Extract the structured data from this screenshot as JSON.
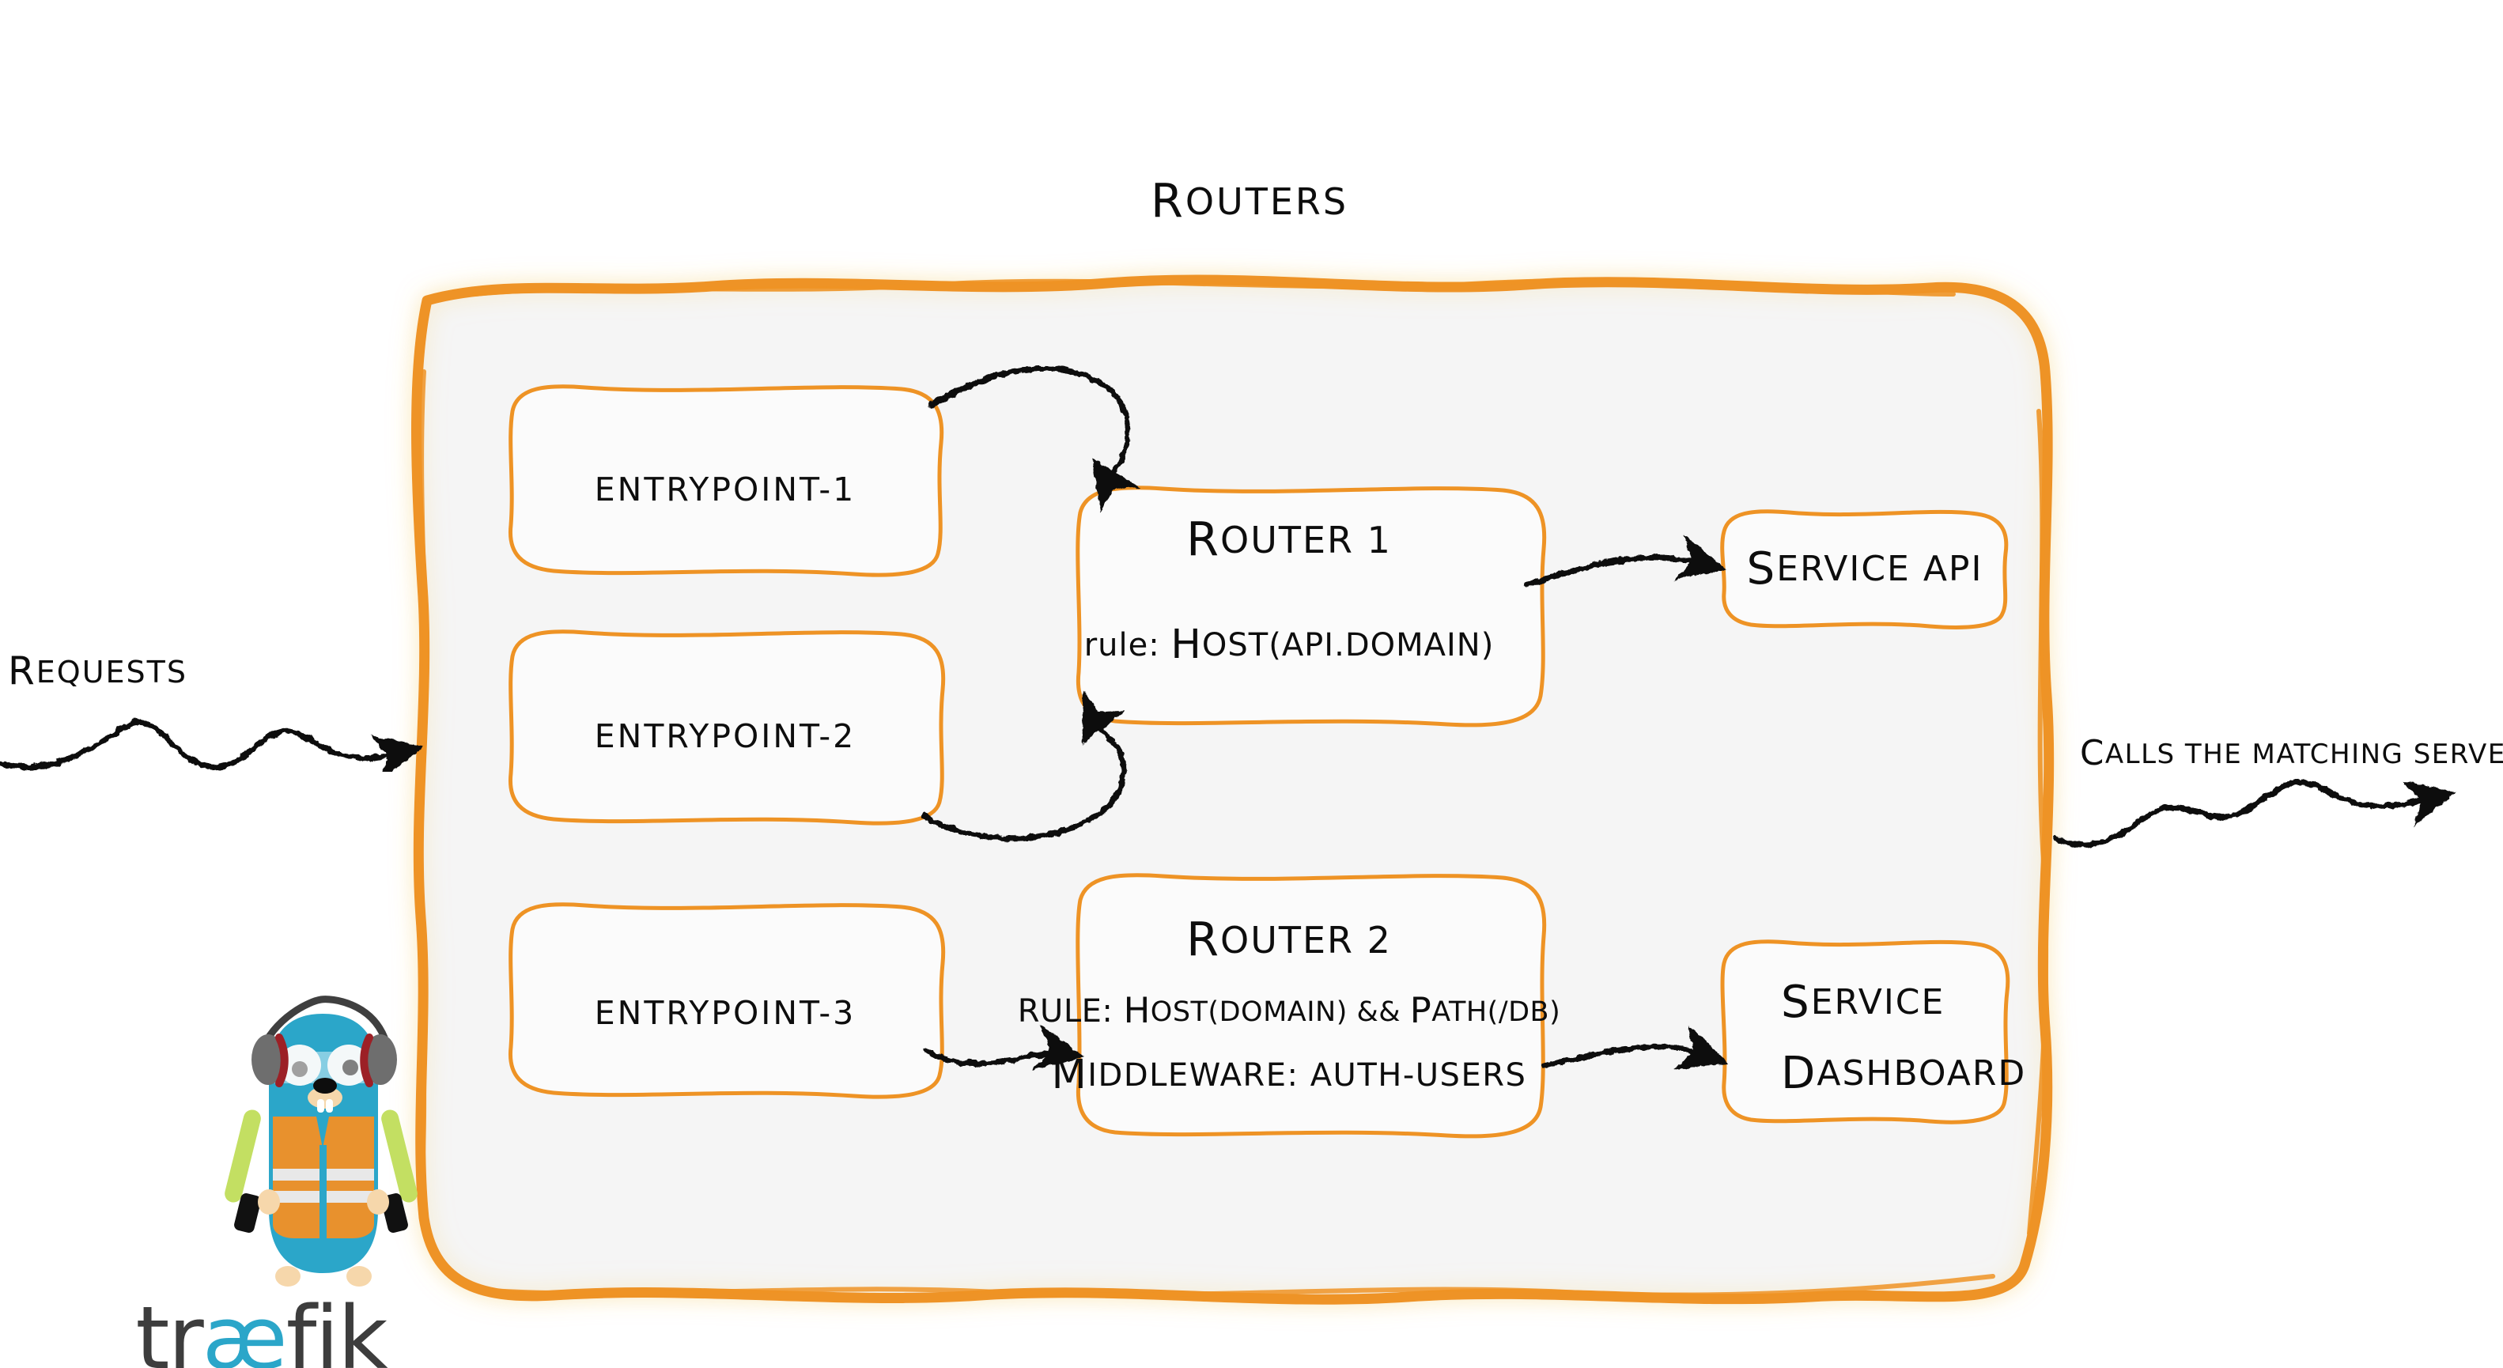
{
  "diagram": {
    "title": "Routers",
    "type": "traefik-routing-architecture",
    "background_color": "#ffffff",
    "panel_fill": "#f5f5f5",
    "accent_color": "#ee9325",
    "ink_color": "#0d0d0d"
  },
  "external_labels": {
    "left": "Requests",
    "right": "Calls the matching server"
  },
  "entrypoints": [
    {
      "label": "entrypoint-1"
    },
    {
      "label": "entrypoint-2"
    },
    {
      "label": "entrypoint-3"
    }
  ],
  "routers": [
    {
      "name": "Router 1",
      "lines": [
        "rule: Host(api.domain)"
      ]
    },
    {
      "name": "Router 2",
      "lines": [
        "rule: Host(domain) && Path(/db)",
        "Middleware: auth-users"
      ]
    }
  ],
  "services": [
    {
      "lines": [
        "Service API"
      ]
    },
    {
      "lines": [
        "Service",
        "Dashboard"
      ]
    }
  ],
  "connections": [
    {
      "from": "entrypoint-1",
      "to": "Router 1"
    },
    {
      "from": "entrypoint-2",
      "to": "Router 1"
    },
    {
      "from": "entrypoint-3",
      "to": "Router 2"
    },
    {
      "from": "Router 1",
      "to": "Service API"
    },
    {
      "from": "Router 2",
      "to": "Service Dashboard"
    },
    {
      "from": "Requests",
      "to": "Routers panel"
    },
    {
      "from": "Routers panel",
      "to": "Calls the matching server"
    }
  ],
  "logo": {
    "wordmark_prefix": "tr",
    "wordmark_ligature": "æ",
    "wordmark_suffix": "fik",
    "mascot": "traefik-gopher",
    "body_color": "#2ba6c9",
    "vest_color": "#e8912d",
    "stripe_color": "#e8e8e8",
    "headphone_color": "#5a5a5a",
    "headphone_accent": "#9c2026",
    "wand_color": "#c3df62",
    "wordmark_dark": "#3d3d3d",
    "wordmark_blue": "#2ba6c9"
  }
}
